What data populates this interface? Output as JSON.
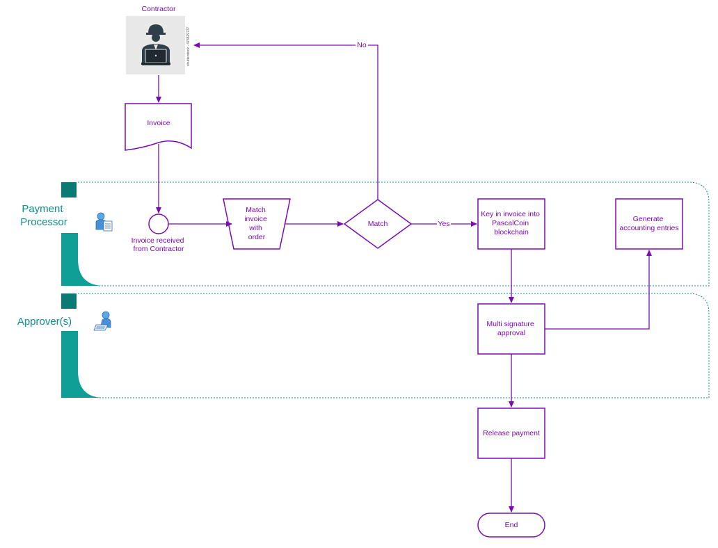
{
  "colors": {
    "accent": "#7b0ab5",
    "lane": "#0f8f8a",
    "lane_dark": "#0b7a74",
    "photo_bg": "#e8e8e8",
    "photo_figure": "#2f3f47"
  },
  "contractor": {
    "title": "Contractor",
    "photo_caption": "shutterstock · 478829737",
    "icon": "worker-at-laptop-icon"
  },
  "lanes": {
    "payment_processor": {
      "line1": "Payment",
      "line2": "Processor",
      "icon": "clerk-icon"
    },
    "approvers": {
      "label": "Approver(s)",
      "icon": "approver-at-desk-icon"
    }
  },
  "nodes": {
    "invoice": "Invoice",
    "received": {
      "line1": "Invoice received",
      "line2": "from Contractor"
    },
    "match_order": {
      "line1": "Match",
      "line2": "invoice",
      "line3": "with",
      "line4": "order"
    },
    "decision": "Match",
    "key_in": {
      "line1": "Key in invoice into",
      "line2": "PascalCoin",
      "line3": "blockchain"
    },
    "generate": {
      "line1": "Generate",
      "line2": "accounting entries"
    },
    "multisig": {
      "line1": "Multi signature",
      "line2": "approval"
    },
    "release": "Release payment",
    "end": "End"
  },
  "edges": {
    "no_label": "No",
    "yes_label": "Yes"
  }
}
